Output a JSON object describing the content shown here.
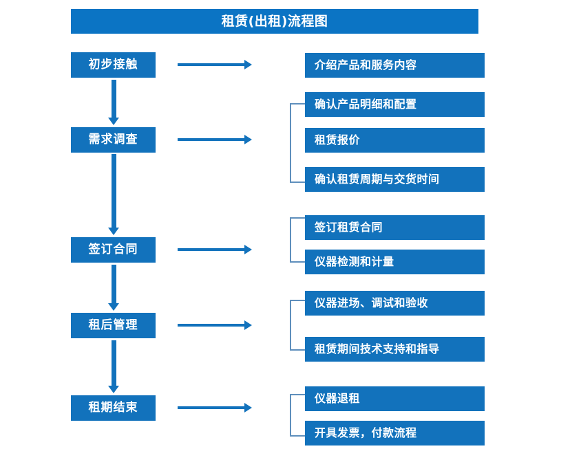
{
  "chart_data": {
    "type": "diagram",
    "title": "租赁(出租)流程图",
    "diagram_kind": "flowchart",
    "orientation": "vertical-stages-with-right-details",
    "colors": {
      "title_bar": "#0B74C4",
      "box_fill": "#1272BC",
      "box_text": "#FFFFFF",
      "arrow": "#1272BC",
      "bracket": "#5E8FBC",
      "background": "#FFFFFF"
    },
    "stages": [
      {
        "label": "初步接触",
        "details": [
          "介绍产品和服务内容"
        ],
        "bracketed": false
      },
      {
        "label": "需求调查",
        "details": [
          "确认产品明细和配置",
          "租赁报价",
          "确认租赁周期与交货时间"
        ],
        "bracketed": true
      },
      {
        "label": "签订合同",
        "details": [
          "签订租赁合同",
          "仪器检测和计量"
        ],
        "bracketed": true
      },
      {
        "label": "租后管理",
        "details": [
          "仪器进场、调试和验收",
          "租赁期间技术支持和指导"
        ],
        "bracketed": true
      },
      {
        "label": "租期结束",
        "details": [
          "仪器退租",
          "开具发票，付款流程"
        ],
        "bracketed": true
      }
    ]
  },
  "title": {
    "text": "租赁(出租)流程图"
  },
  "stages": [
    {
      "label": "初步接触"
    },
    {
      "label": "需求调查"
    },
    {
      "label": "签订合同"
    },
    {
      "label": "租后管理"
    },
    {
      "label": "租期结束"
    }
  ],
  "details": [
    {
      "label": "介绍产品和服务内容"
    },
    {
      "label": "确认产品明细和配置"
    },
    {
      "label": "租赁报价"
    },
    {
      "label": "确认租赁周期与交货时间"
    },
    {
      "label": "签订租赁合同"
    },
    {
      "label": "仪器检测和计量"
    },
    {
      "label": "仪器进场、调试和验收"
    },
    {
      "label": "租赁期间技术支持和指导"
    },
    {
      "label": "仪器退租"
    },
    {
      "label": "开具发票，付款流程"
    }
  ]
}
